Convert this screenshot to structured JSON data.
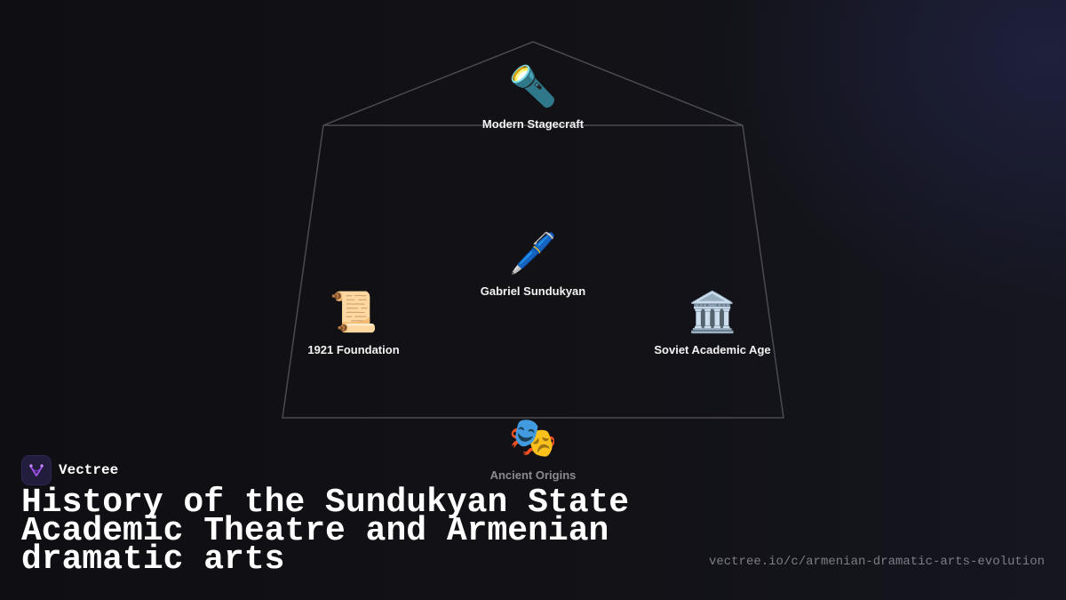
{
  "diagram": {
    "nodes": [
      {
        "id": "modern",
        "icon": "🔦",
        "icon_name": "flashlight-icon",
        "label": "Modern Stagecraft"
      },
      {
        "id": "sundukyan",
        "icon": "🖊️",
        "icon_name": "pen-icon",
        "label": "Gabriel Sundukyan"
      },
      {
        "id": "foundation",
        "icon": "📜",
        "icon_name": "scroll-icon",
        "label": "1921 Foundation"
      },
      {
        "id": "soviet",
        "icon": "🏛️",
        "icon_name": "classical-building-icon",
        "label": "Soviet Academic Age"
      },
      {
        "id": "ancient",
        "icon": "🎭",
        "icon_name": "theatre-masks-icon",
        "label": "Ancient Origins"
      }
    ]
  },
  "brand": {
    "name": "Vectree",
    "logo_icon": "vectree-logo-icon",
    "accent": "#a455f0"
  },
  "title": "History of the Sundukyan State Academic Theatre and Armenian dramatic arts",
  "url": "vectree.io/c/armenian-dramatic-arts-evolution",
  "colors": {
    "background": "#111116",
    "frame_stroke": "#4a4a50",
    "label": "#f2f2f2",
    "label_dim": "#8a8a8f",
    "url": "#7d7d85"
  }
}
